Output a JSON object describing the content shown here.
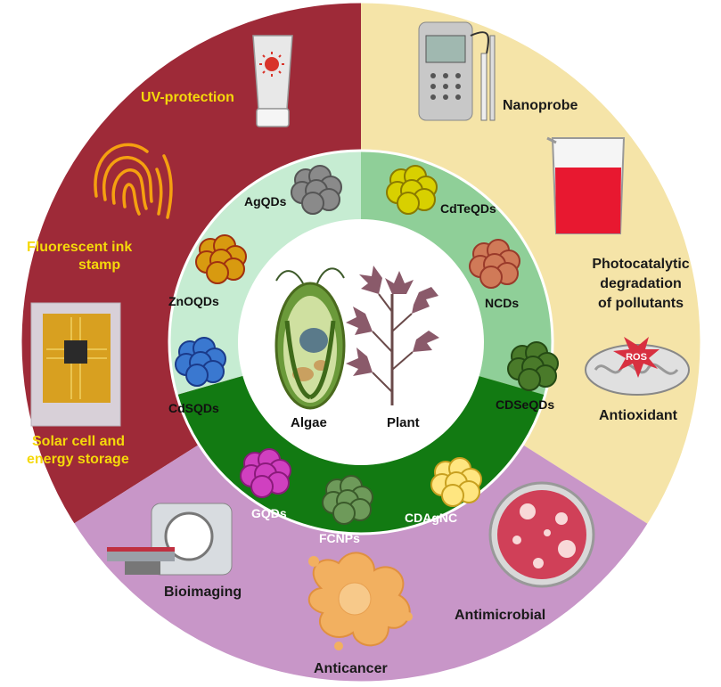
{
  "center": {
    "left_label": "Algae",
    "right_label": "Plant"
  },
  "inner_ring": {
    "colors": {
      "mint": "#c6ecd2",
      "green": "#8fcf98",
      "dark": "#127a12"
    },
    "items": [
      {
        "label": "AgQDs",
        "color": "#8a8a8a"
      },
      {
        "label": "CdTeQDs",
        "color": "#d8d000"
      },
      {
        "label": "NCDs",
        "color": "#d07a58"
      },
      {
        "label": "CDSeQDs",
        "color": "#4a7a2a"
      },
      {
        "label": "CDAgNC",
        "color": "#ffe680"
      },
      {
        "label": "FCNPs",
        "color": "#6e9a5a"
      },
      {
        "label": "GQDs",
        "color": "#d040c0"
      },
      {
        "label": "CdSQDs",
        "color": "#3a78d0"
      },
      {
        "label": "ZnOQDs",
        "color": "#d89a10"
      }
    ]
  },
  "outer_ring": {
    "colors": {
      "red": "#9e2a38",
      "cream": "#f5e4a8",
      "purple": "#c896c8"
    },
    "applications": [
      {
        "label": "UV-protection",
        "icon": "sunscreen-tube-icon"
      },
      {
        "label_lines": [
          "Fluorescent ink",
          "stamp"
        ],
        "icon": "fingerprint-icon"
      },
      {
        "label_lines": [
          "Solar cell and",
          "energy storage"
        ],
        "icon": "solar-cell-chip-icon"
      },
      {
        "label": "Nanoprobe",
        "icon": "ph-meter-probe-icon"
      },
      {
        "label_lines": [
          "Photocatalytic",
          "degradation",
          "of pollutants"
        ],
        "icon": "beaker-icon"
      },
      {
        "label": "Antioxidant",
        "icon": "mitochondria-ros-icon",
        "icon_text": "ROS"
      },
      {
        "label": "Bioimaging",
        "icon": "mri-scanner-icon"
      },
      {
        "label": "Anticancer",
        "icon": "cancer-cell-icon"
      },
      {
        "label": "Antimicrobial",
        "icon": "petri-dish-icon"
      }
    ]
  }
}
